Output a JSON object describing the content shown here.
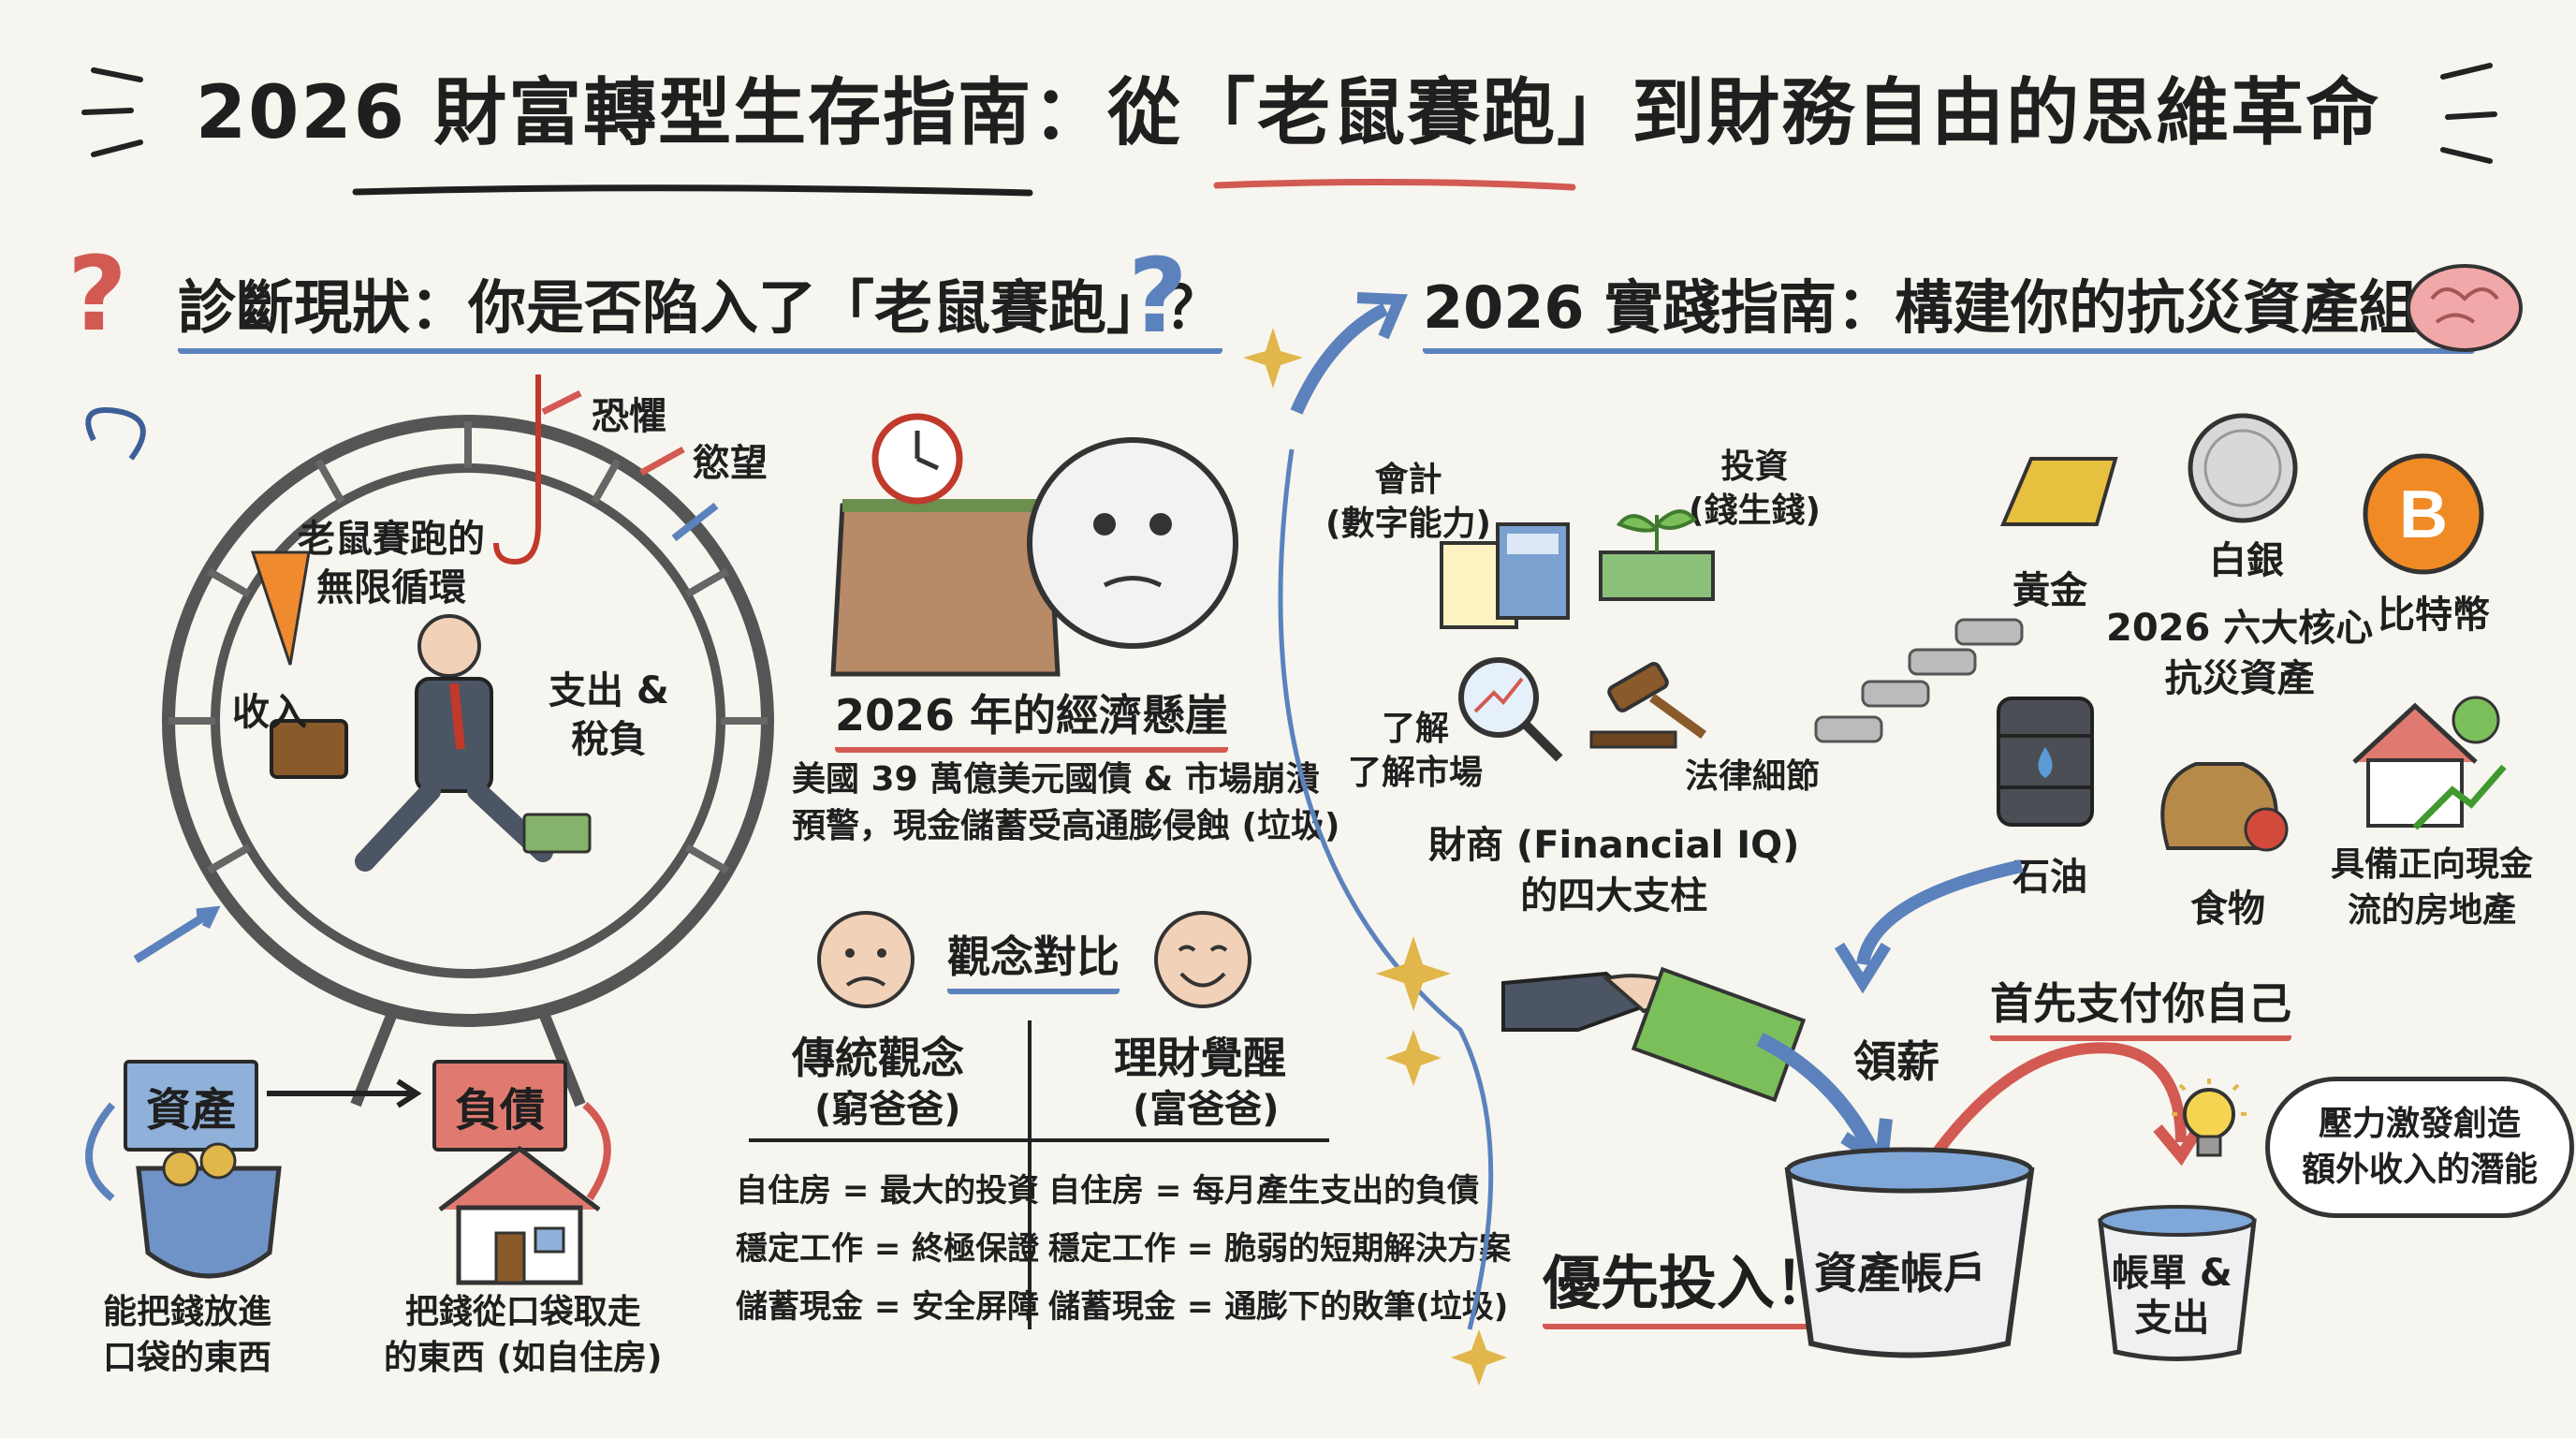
{
  "title": "2026 財富轉型生存指南：從「老鼠賽跑」到財務自由的思維革命",
  "diagnosis": {
    "heading": "診斷現狀：你是否陷入了「老鼠賽跑」？",
    "wheel_label": "老鼠賽跑的\n無限循環",
    "fear": "恐懼",
    "desire": "慾望",
    "income": "收入",
    "expense": "支出 &\n稅負"
  },
  "crisis": {
    "heading": "2026 年的經濟懸崖",
    "body": "美國 39 萬億美元國債 & 市場崩潰\n預警，現金儲蓄受高通膨侵蝕 (垃圾)"
  },
  "assets_liabilities": {
    "asset": "資產",
    "liability": "負債",
    "asset_desc": "能把錢放進\n口袋的東西",
    "liability_desc": "把錢從口袋取走\n的東西 (如自住房)"
  },
  "comparison": {
    "heading": "觀念對比",
    "traditional_title": "傳統觀念",
    "traditional_sub": "(窮爸爸)",
    "awakening_title": "理財覺醒",
    "awakening_sub": "(富爸爸)",
    "rows": [
      {
        "left": "自住房 = 最大的投資",
        "right": "自住房 = 每月產生支出的負債"
      },
      {
        "left": "穩定工作 = 終極保證",
        "right": "穩定工作 = 脆弱的短期解決方案"
      },
      {
        "left": "儲蓄現金 = 安全屏障",
        "right": "儲蓄現金 = 通膨下的敗筆(垃圾)"
      }
    ]
  },
  "practice": {
    "heading": "2026 實踐指南：構建你的抗災資產組合",
    "accounting": "會計\n(數字能力)",
    "investing": "投資\n(錢生錢)",
    "market": "了解\n了解市場",
    "law": "法律細節",
    "fq": "財商 (Financial IQ)\n的四大支柱",
    "core_assets_label": "2026 六大核心\n抗災資產",
    "gold": "黃金",
    "silver": "白銀",
    "bitcoin": "比特幣",
    "oil": "石油",
    "food": "食物",
    "real_estate": "具備正向現金\n流的房地產",
    "pay_yourself": "首先支付你自己",
    "salary": "領薪",
    "invest_first": "優先投入！",
    "asset_account": "資產帳戶",
    "bills": "帳單 &\n支出",
    "pressure": "壓力激發創造\n額外收入的潛能"
  },
  "colors": {
    "background": "#f7f5ef",
    "blue": "#5b82bd",
    "red": "#d25a52",
    "asset_box": "#8fb0d8",
    "liability_box": "#e07a70"
  }
}
